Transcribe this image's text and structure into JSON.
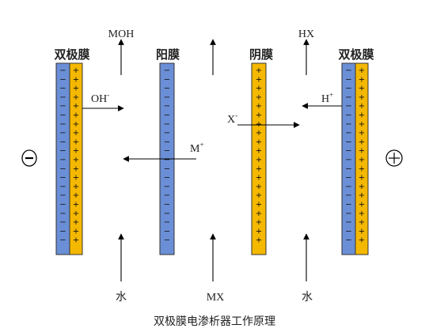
{
  "labels": {
    "bipolar_left": "双极膜",
    "cation_membrane": "阳膜",
    "anion_membrane": "阴膜",
    "bipolar_right": "双极膜",
    "out_left": "MOH",
    "out_right": "HX",
    "in_left": "水",
    "in_middle": "MX",
    "in_right": "水",
    "ion_oh": "OH",
    "ion_oh_charge": "-",
    "ion_m": "M",
    "ion_m_charge": "+",
    "ion_x": "X",
    "ion_x_charge": "-",
    "ion_h": "H",
    "ion_h_charge": "+",
    "minus_sign": "−",
    "plus_sign": "+"
  },
  "caption": "双极膜电渗析器工作原理",
  "colors": {
    "blue_layer": "#6b8fd6",
    "yellow_layer": "#f5b800",
    "border": "#333333",
    "text": "#222222"
  },
  "icons": [
    "negative-electrode-icon",
    "positive-electrode-icon"
  ]
}
